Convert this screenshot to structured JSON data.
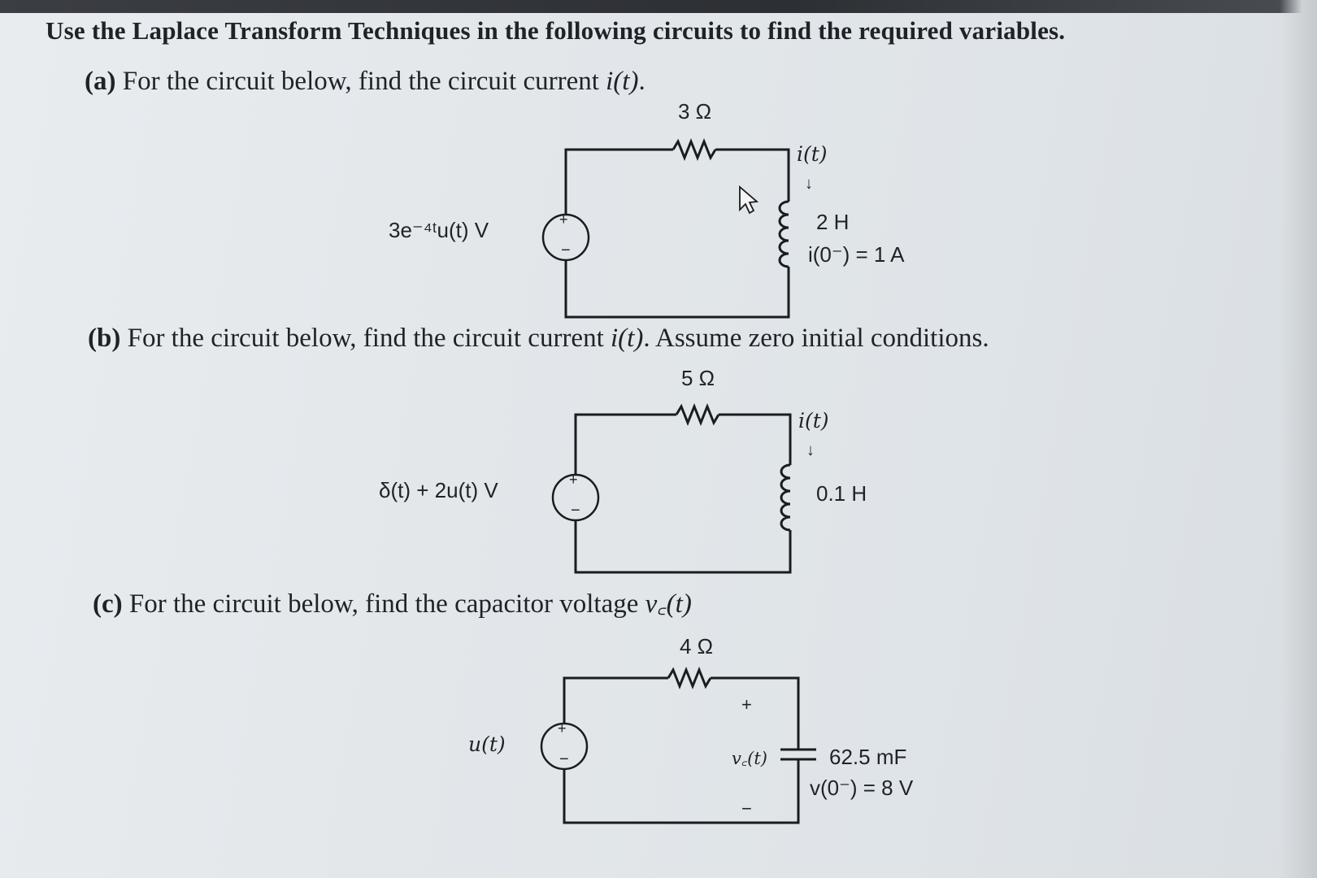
{
  "heading": "Use the Laplace Transform Techniques in the following circuits to find the required variables.",
  "part_a": {
    "tag": "(a)",
    "text": "For the circuit below, find the circuit current ",
    "var": "i(t)",
    "end": ".",
    "resistor": "3 Ω",
    "source": "3e⁻⁴ᵗu(t) V",
    "current": "i(t)",
    "inductor": "2 H",
    "initial": "i(0⁻) = 1 A"
  },
  "part_b": {
    "tag": "(b)",
    "text": "For the circuit below, find the circuit current ",
    "var": "i(t)",
    "end": ". Assume zero initial conditions.",
    "resistor": "5 Ω",
    "source": "δ(t) + 2u(t) V",
    "current": "i(t)",
    "inductor": "0.1 H"
  },
  "part_c": {
    "tag": "(c)",
    "text": "For the circuit below, find the capacitor voltage ",
    "var": "v꜀(t)",
    "end": "",
    "resistor": "4 Ω",
    "source": "u(t)",
    "cap_voltage": "v꜀(t)",
    "capacitor": "62.5 mF",
    "initial": "v(0⁻) = 8 V",
    "plus": "+",
    "minus": "−"
  },
  "symbols": {
    "plus": "+",
    "minus": "−",
    "arrow": "↓"
  }
}
